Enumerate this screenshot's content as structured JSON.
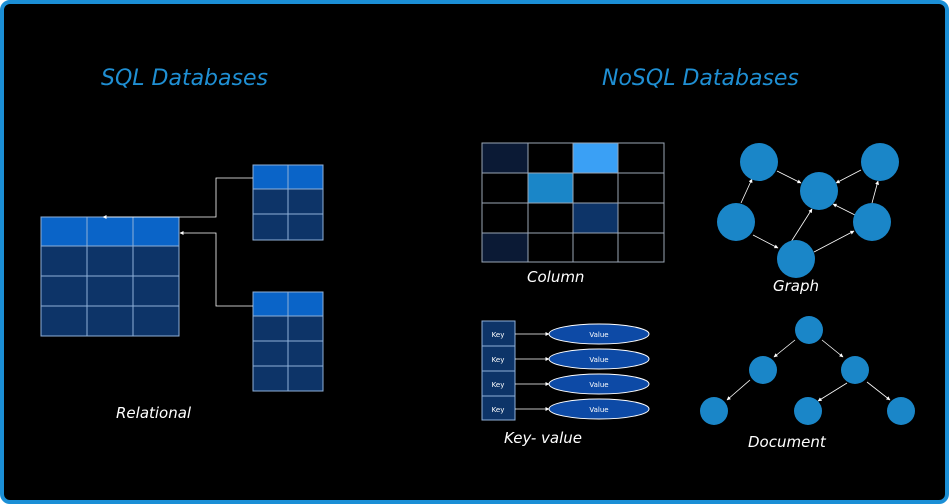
{
  "headings": {
    "sql": "SQL Databases",
    "nosql": "NoSQL Databases"
  },
  "labels": {
    "relational": "Relational",
    "column": "Column",
    "graph": "Graph",
    "key_value": "Key- value",
    "document": "Document"
  },
  "key_value": {
    "keys": [
      "Key",
      "Key",
      "Key",
      "Key"
    ],
    "values": [
      "Value",
      "Value",
      "Value",
      "Value"
    ]
  },
  "colors": {
    "frame": "#1b8fd6",
    "heading": "#1f8fd3",
    "header_blue": "#0a64c8",
    "body_blue": "#0d3468",
    "node_blue": "#1a86c8"
  }
}
